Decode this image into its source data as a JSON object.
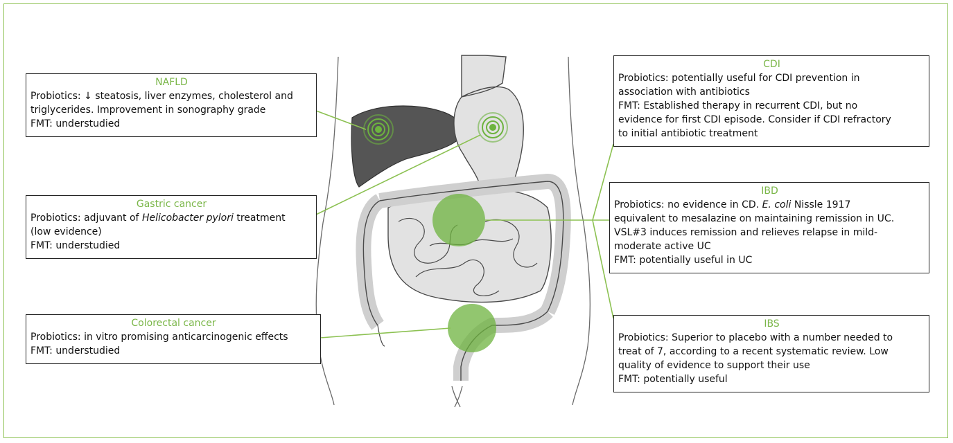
{
  "colors": {
    "frame": "#8cc152",
    "title_text": "#7ab648",
    "callout_line": "#8cc152",
    "highlight_disc": "#6db33f",
    "liver": "#555555",
    "gut": "#e2e2e2",
    "outline": "#4a4a4a"
  },
  "boxes": {
    "nafld": {
      "title": "NAFLD",
      "line1": "Probiotics: ↓ steatosis, liver enzymes, cholesterol and",
      "line2": "triglycerides. Improvement in sonography grade",
      "line3": "FMT: understudied"
    },
    "gastric": {
      "title": "Gastric cancer",
      "line1_pre": "Probiotics: adjuvant of ",
      "line1_italic": "Helicobacter pylori",
      "line1_post": " treatment",
      "line2": "(low evidence)",
      "line3": "FMT: understudied"
    },
    "colorectal": {
      "title": "Colorectal cancer",
      "line1": "Probiotics: in vitro promising anticarcinogenic effects",
      "line2": "FMT: understudied"
    },
    "cdi": {
      "title": "CDI",
      "line1": "Probiotics: potentially useful for CDI prevention in",
      "line2": "association with antibiotics",
      "line3": "FMT: Established therapy in recurrent CDI, but no",
      "line4": "evidence for first CDI episode. Consider if CDI refractory",
      "line5": "to initial antibiotic treatment"
    },
    "ibd": {
      "title": "IBD",
      "line1_pre": "Probiotics: no evidence in CD. ",
      "line1_italic": "E. coli",
      "line1_post": " Nissle 1917",
      "line2": "equivalent to mesalazine on maintaining remission in UC.",
      "line3": "VSL#3 induces remission and relieves relapse in mild-",
      "line4": "moderate active UC",
      "line5": "FMT: potentially useful in UC"
    },
    "ibs": {
      "title": "IBS",
      "line1": "Probiotics: Superior to placebo with a number needed to",
      "line2": "treat of 7, according to a recent systematic review. Low",
      "line3": "quality of evidence to support their use",
      "line4": "FMT: potentially useful"
    }
  },
  "icons": {
    "liver_target": "concentric-target-icon",
    "stomach_target": "concentric-target-icon"
  }
}
